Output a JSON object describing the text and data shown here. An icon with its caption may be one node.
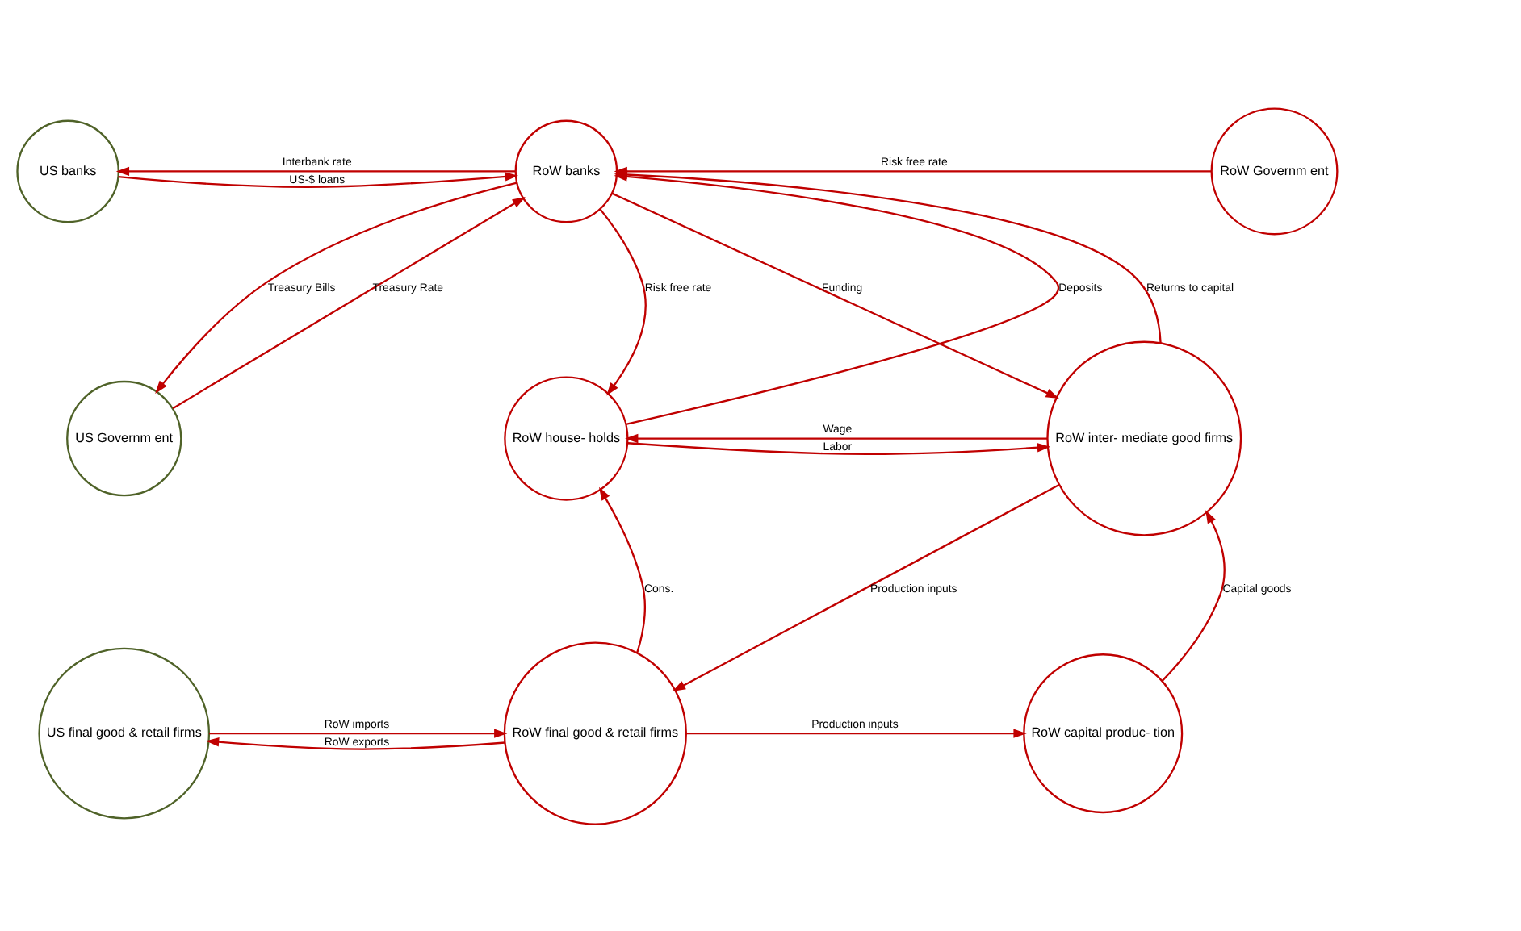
{
  "diagram": {
    "nodes": [
      {
        "text": [
          "US banks"
        ]
      },
      {
        "text": [
          "US Governm ent"
        ]
      },
      {
        "text": [
          "US final good & retail firms"
        ]
      },
      {
        "text": [
          "RoW banks"
        ]
      },
      {
        "text": [
          "RoW Governm ent"
        ]
      },
      {
        "text": [
          "RoW house- holds"
        ]
      },
      {
        "text": [
          "RoW inter- mediate good firms"
        ]
      },
      {
        "text": [
          "RoW final good & retail firms"
        ]
      },
      {
        "text": [
          "RoW capital produc- tion"
        ]
      }
    ],
    "edges": [
      {
        "from": 0,
        "to": 3,
        "arrow": "to",
        "label": "US-$ loans"
      },
      {
        "from": 3,
        "to": 0,
        "arrow": "to",
        "label": "Interbank rate"
      },
      {
        "from": 1,
        "to": 3,
        "arrow": "to",
        "label": "Treasury Rate"
      },
      {
        "from": 3,
        "to": 1,
        "arrow": "to",
        "label": "Treasury Bills"
      },
      {
        "from": 2,
        "to": 7,
        "arrow": "to",
        "label": "RoW imports"
      },
      {
        "from": 7,
        "to": 2,
        "arrow": "to",
        "label": "RoW exports"
      },
      {
        "from": 4,
        "to": 3,
        "arrow": "to",
        "label": "Risk free rate"
      },
      {
        "from": 3,
        "to": 5,
        "arrow": "to",
        "label": "Risk free rate"
      },
      {
        "from": 5,
        "to": 3,
        "arrow": "to",
        "label": "Deposits"
      },
      {
        "from": 3,
        "to": 6,
        "arrow": "to",
        "label": "Funding"
      },
      {
        "from": 6,
        "to": 3,
        "arrow": "to",
        "label": "Returns to capital"
      },
      {
        "from": 6,
        "to": 5,
        "arrow": "to",
        "label": "Wage"
      },
      {
        "from": 5,
        "to": 6,
        "arrow": "to",
        "label": "Labor"
      },
      {
        "from": 7,
        "to": 5,
        "arrow": "to",
        "label": "Cons."
      },
      {
        "from": 6,
        "to": 7,
        "arrow": "to",
        "label": "Production inputs"
      },
      {
        "from": 7,
        "to": 8,
        "arrow": "to",
        "label": "Production inputs"
      },
      {
        "from": 8,
        "to": 6,
        "arrow": "to",
        "label": "Capital goods"
      }
    ]
  }
}
